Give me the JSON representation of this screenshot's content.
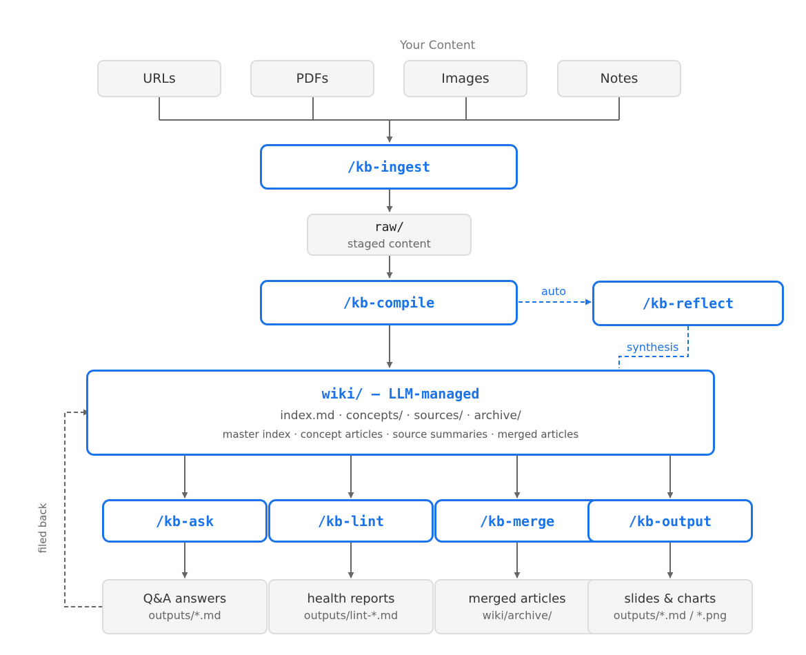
{
  "sources": {
    "caption": "Your Content",
    "items": [
      "URLs",
      "PDFs",
      "Images",
      "Notes"
    ]
  },
  "ingest": {
    "label": "/kb-ingest"
  },
  "raw": {
    "label": "raw/",
    "sub": "staged content"
  },
  "compile": {
    "label": "/kb-compile"
  },
  "reflect": {
    "label": "/kb-reflect"
  },
  "edges": {
    "auto": "auto",
    "synthesis": "synthesis",
    "filed_back": "filed back"
  },
  "wiki": {
    "title": "wiki/ — LLM-managed",
    "line1": "index.md · concepts/ · sources/ · archive/",
    "line2": "master index · concept articles · source summaries · merged articles"
  },
  "commands": [
    "/kb-ask",
    "/kb-lint",
    "/kb-merge",
    "/kb-output"
  ],
  "outputs": [
    {
      "title": "Q&A answers",
      "path": "outputs/*.md"
    },
    {
      "title": "health reports",
      "path": "outputs/lint-*.md"
    },
    {
      "title": "merged articles",
      "path": "wiki/archive/"
    },
    {
      "title": "slides & charts",
      "path": "outputs/*.md / *.png"
    }
  ],
  "colors": {
    "accent": "#1a73e8",
    "line": "#666666",
    "box_fill": "#f5f5f5",
    "box_border": "#dcdcdc"
  }
}
